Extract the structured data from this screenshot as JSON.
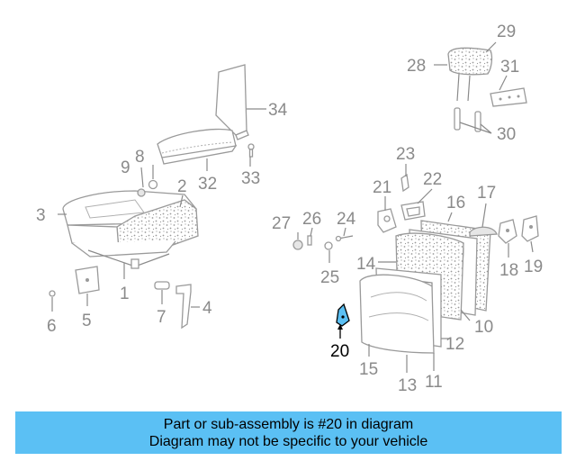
{
  "banner": {
    "line1": "Part or sub-assembly is #20 in diagram",
    "line2": "Diagram may not be specific to your vehicle"
  },
  "highlight_color": "#5bc0f4",
  "highlighted_part": "20",
  "callouts": [
    "1",
    "2",
    "3",
    "4",
    "5",
    "6",
    "7",
    "8",
    "9",
    "10",
    "11",
    "12",
    "13",
    "14",
    "15",
    "16",
    "17",
    "18",
    "19",
    "20",
    "21",
    "22",
    "23",
    "24",
    "25",
    "26",
    "27",
    "28",
    "29",
    "30",
    "31",
    "32",
    "33",
    "34"
  ]
}
